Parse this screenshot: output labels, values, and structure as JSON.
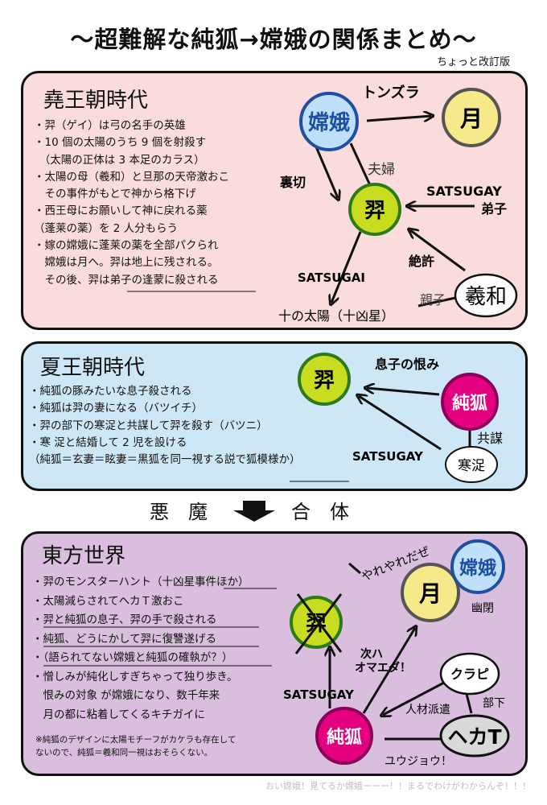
{
  "title": "～超難解な純狐→嫦娥の関係まとめ～",
  "subtitle": "ちょっと改訂版",
  "section1": {
    "title": "堯王朝時代",
    "bullets": [
      "・羿（ゲイ）は弓の名手の英雄",
      "・10 個の太陽のうち 9 個を射殺す",
      "　（太陽の正体は 3 本足のカラス）",
      "・太陽の母（羲和）と旦那の天帝激おこ",
      "　その事件がもとで神から格下げ",
      "・西王母にお願いして神に戻れる薬",
      "（蓬莱の薬）を 2 人分もらう",
      "・嫁の嫦娥に蓬莱の薬を全部パクられ",
      "　嫦娥は月へ。羿は地上に残される。",
      "　その後、羿は弟子の逢蒙に殺される"
    ],
    "nodes": {
      "change": "嫦娥",
      "moon": "月",
      "yi": "羿",
      "xihe": "羲和",
      "suns": "十の太陽（十凶星）"
    },
    "labels": {
      "tonzura": "トンズラ",
      "uragiri": "裏切",
      "fuufu": "夫婦",
      "satsugay": "SATSUGAY",
      "deshi": "弟子",
      "zekkyo": "絶許",
      "satsugai": "SATSUGAI",
      "oyako": "親子"
    }
  },
  "section2": {
    "title": "夏王朝時代",
    "bullets": [
      "・純狐の豚みたいな息子殺される",
      "・純狐は羿の妻になる（バツイチ）",
      "・羿の部下の寒浞と共謀して羿を殺す（バツニ）",
      "・寒 浞と結婚して 2 児を設ける",
      "（純狐＝玄妻＝眩妻＝黒狐を同一視する説で狐模様か）"
    ],
    "nodes": {
      "yi": "羿",
      "junko": "純狐",
      "kansaku": "寒浞"
    },
    "labels": {
      "urami": "息子の恨み",
      "kyoubou": "共謀",
      "satsugay": "SATSUGAY"
    }
  },
  "merge": {
    "left": "悪　魔",
    "right": "合　体"
  },
  "section3": {
    "title": "東方世界",
    "bullets": [
      "・羿のモンスターハント（十凶星事件ほか）",
      "・太陽減らされてヘカＴ激おこ",
      "・羿と純狐の息子、羿の手で殺される",
      "・純狐、どうにかして羿に復讐遂げる",
      "・（語られてない嫦娥と純狐の確執が？）",
      "・憎しみが純化しすぎちゃって独り歩き。",
      "　恨みの対象 が嫦娥になり、数千年来",
      "　月の都に粘着してくるキチガイに"
    ],
    "note": "※純狐のデザインに太陽モチーフがカケラも存在して\nないので、純狐＝羲和同一視はおそらくない。",
    "nodes": {
      "yi": "羿",
      "moon": "月",
      "change": "嫦娥",
      "clownpiece": "クラピ",
      "junko": "純狐",
      "hecatia": "ヘカT"
    },
    "labels": {
      "yareyare": "やれやれだぜ",
      "yuuhei": "幽閉",
      "tsugiha": "次ハ",
      "omaeda": "オマエダ！",
      "jinzai": "人材派遣",
      "buka": "部下",
      "satsugay": "SATSUGAY",
      "yuujou": "ユウジョウ！"
    }
  },
  "footer": "おい嫦娥！見てるか嫦娥ーーー！！まるでわけがわからんぞ！！！",
  "colors": {
    "panel1": "#fbdcdc",
    "panel2": "#cde7f7",
    "panel3": "#d9bedd",
    "change": "#bfe0fb",
    "moon": "#f6e98a",
    "yi": "#c8dd20",
    "junko": "#e4007f",
    "white": "#ffffff",
    "hecatia": "#d9d9d9"
  }
}
